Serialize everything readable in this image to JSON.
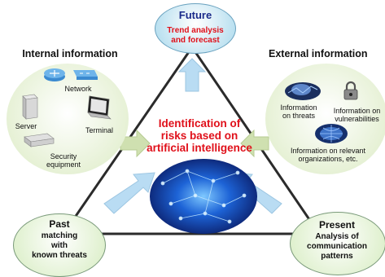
{
  "future": {
    "title": "Future",
    "line1": "Trend analysis",
    "line2": "and forecast"
  },
  "internal": {
    "heading": "Internal information",
    "network": "Network",
    "server": "Server",
    "terminal": "Terminal",
    "security_line1": "Security",
    "security_line2": "equipment"
  },
  "external": {
    "heading": "External information",
    "threats_line1": "Information",
    "threats_line2": "on threats",
    "vuln_line1": "Information on",
    "vuln_line2": "vulnerabilities",
    "orgs_line1": "Information on relevant",
    "orgs_line2": "organizations, etc."
  },
  "center": {
    "line1": "Identification of",
    "line2": "risks based on",
    "line3": "artificial intelligence"
  },
  "past": {
    "title": "Past",
    "line1": "matching",
    "line2": "with",
    "line3": "known threats"
  },
  "present": {
    "title": "Present",
    "line1": "Analysis of",
    "line2": "communication",
    "line3": "patterns"
  },
  "colors": {
    "red_text": "#e0101a",
    "navy_text": "#1a2a6a",
    "blob_green": "#dcebc4",
    "arrow_blue": "#b9dcf3"
  }
}
